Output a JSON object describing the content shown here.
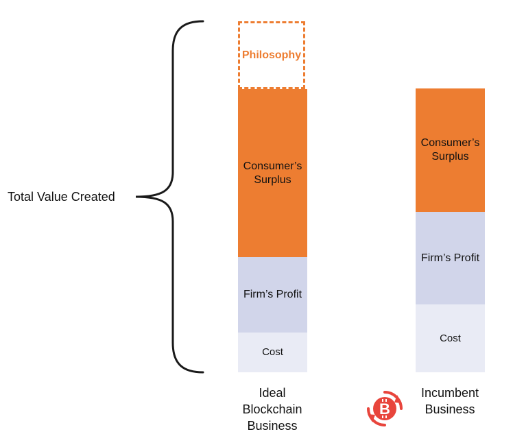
{
  "total_label": "Total Value Created",
  "columns": [
    {
      "label": "Ideal\nBlockchain\nBusiness",
      "segments": {
        "philosophy": "Philosophy",
        "surplus": "Consumer’s\nSurplus",
        "profit": "Firm’s Profit",
        "cost": "Cost"
      }
    },
    {
      "label": "Incumbent\nBusiness",
      "segments": {
        "surplus": "Consumer’s\nSurplus",
        "profit": "Firm’s Profit",
        "cost": "Cost"
      }
    }
  ],
  "colors": {
    "accent": "#ED7D31",
    "profit": "#D1D5EA",
    "cost": "#E9EBF5",
    "logo": "#E8453C"
  },
  "icons": {
    "bracket": "curly-brace-icon",
    "logo": "bitcoin-logo-icon"
  }
}
